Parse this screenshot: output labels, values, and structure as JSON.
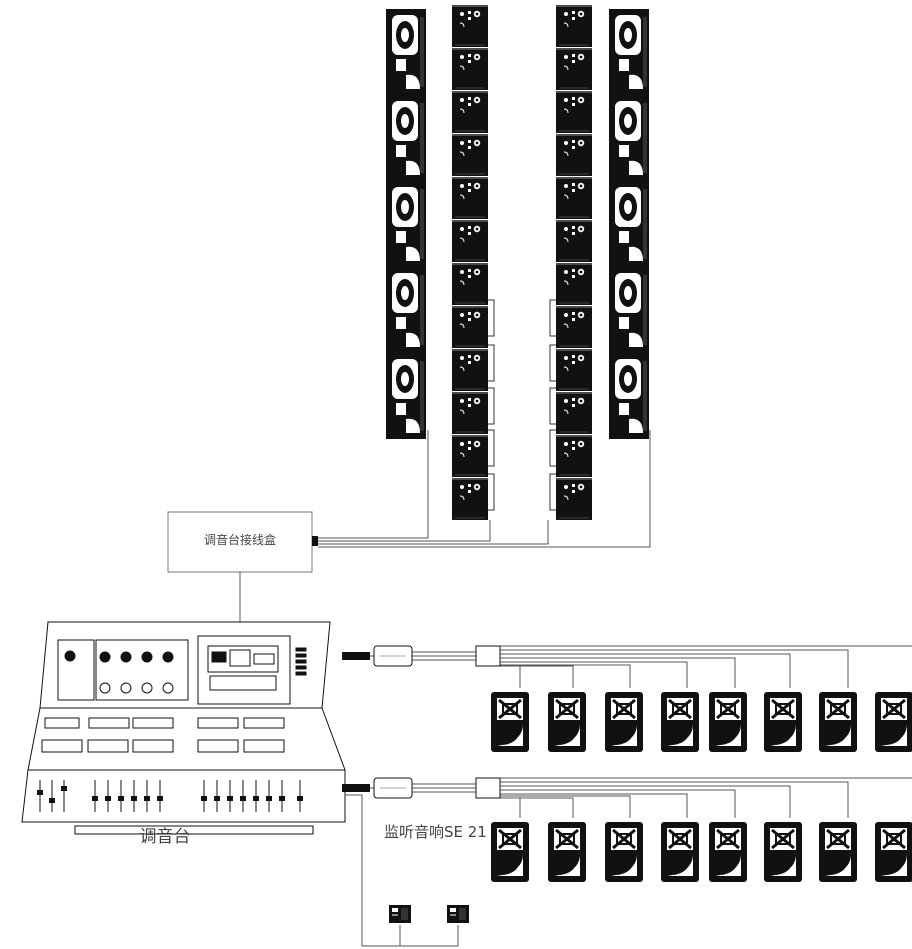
{
  "labels": {
    "junction_box": "调音台接线盒",
    "console": "调音台",
    "monitor": "监听音响SE 21"
  },
  "colors": {
    "ink": "#111111",
    "line": "#555555",
    "paper": "#ffffff"
  },
  "icons": {
    "speaker_array": "line-array-speaker-icon",
    "monitor_speaker": "monitor-speaker-icon",
    "console": "mixing-console-icon",
    "splitter": "signal-splitter-icon"
  }
}
